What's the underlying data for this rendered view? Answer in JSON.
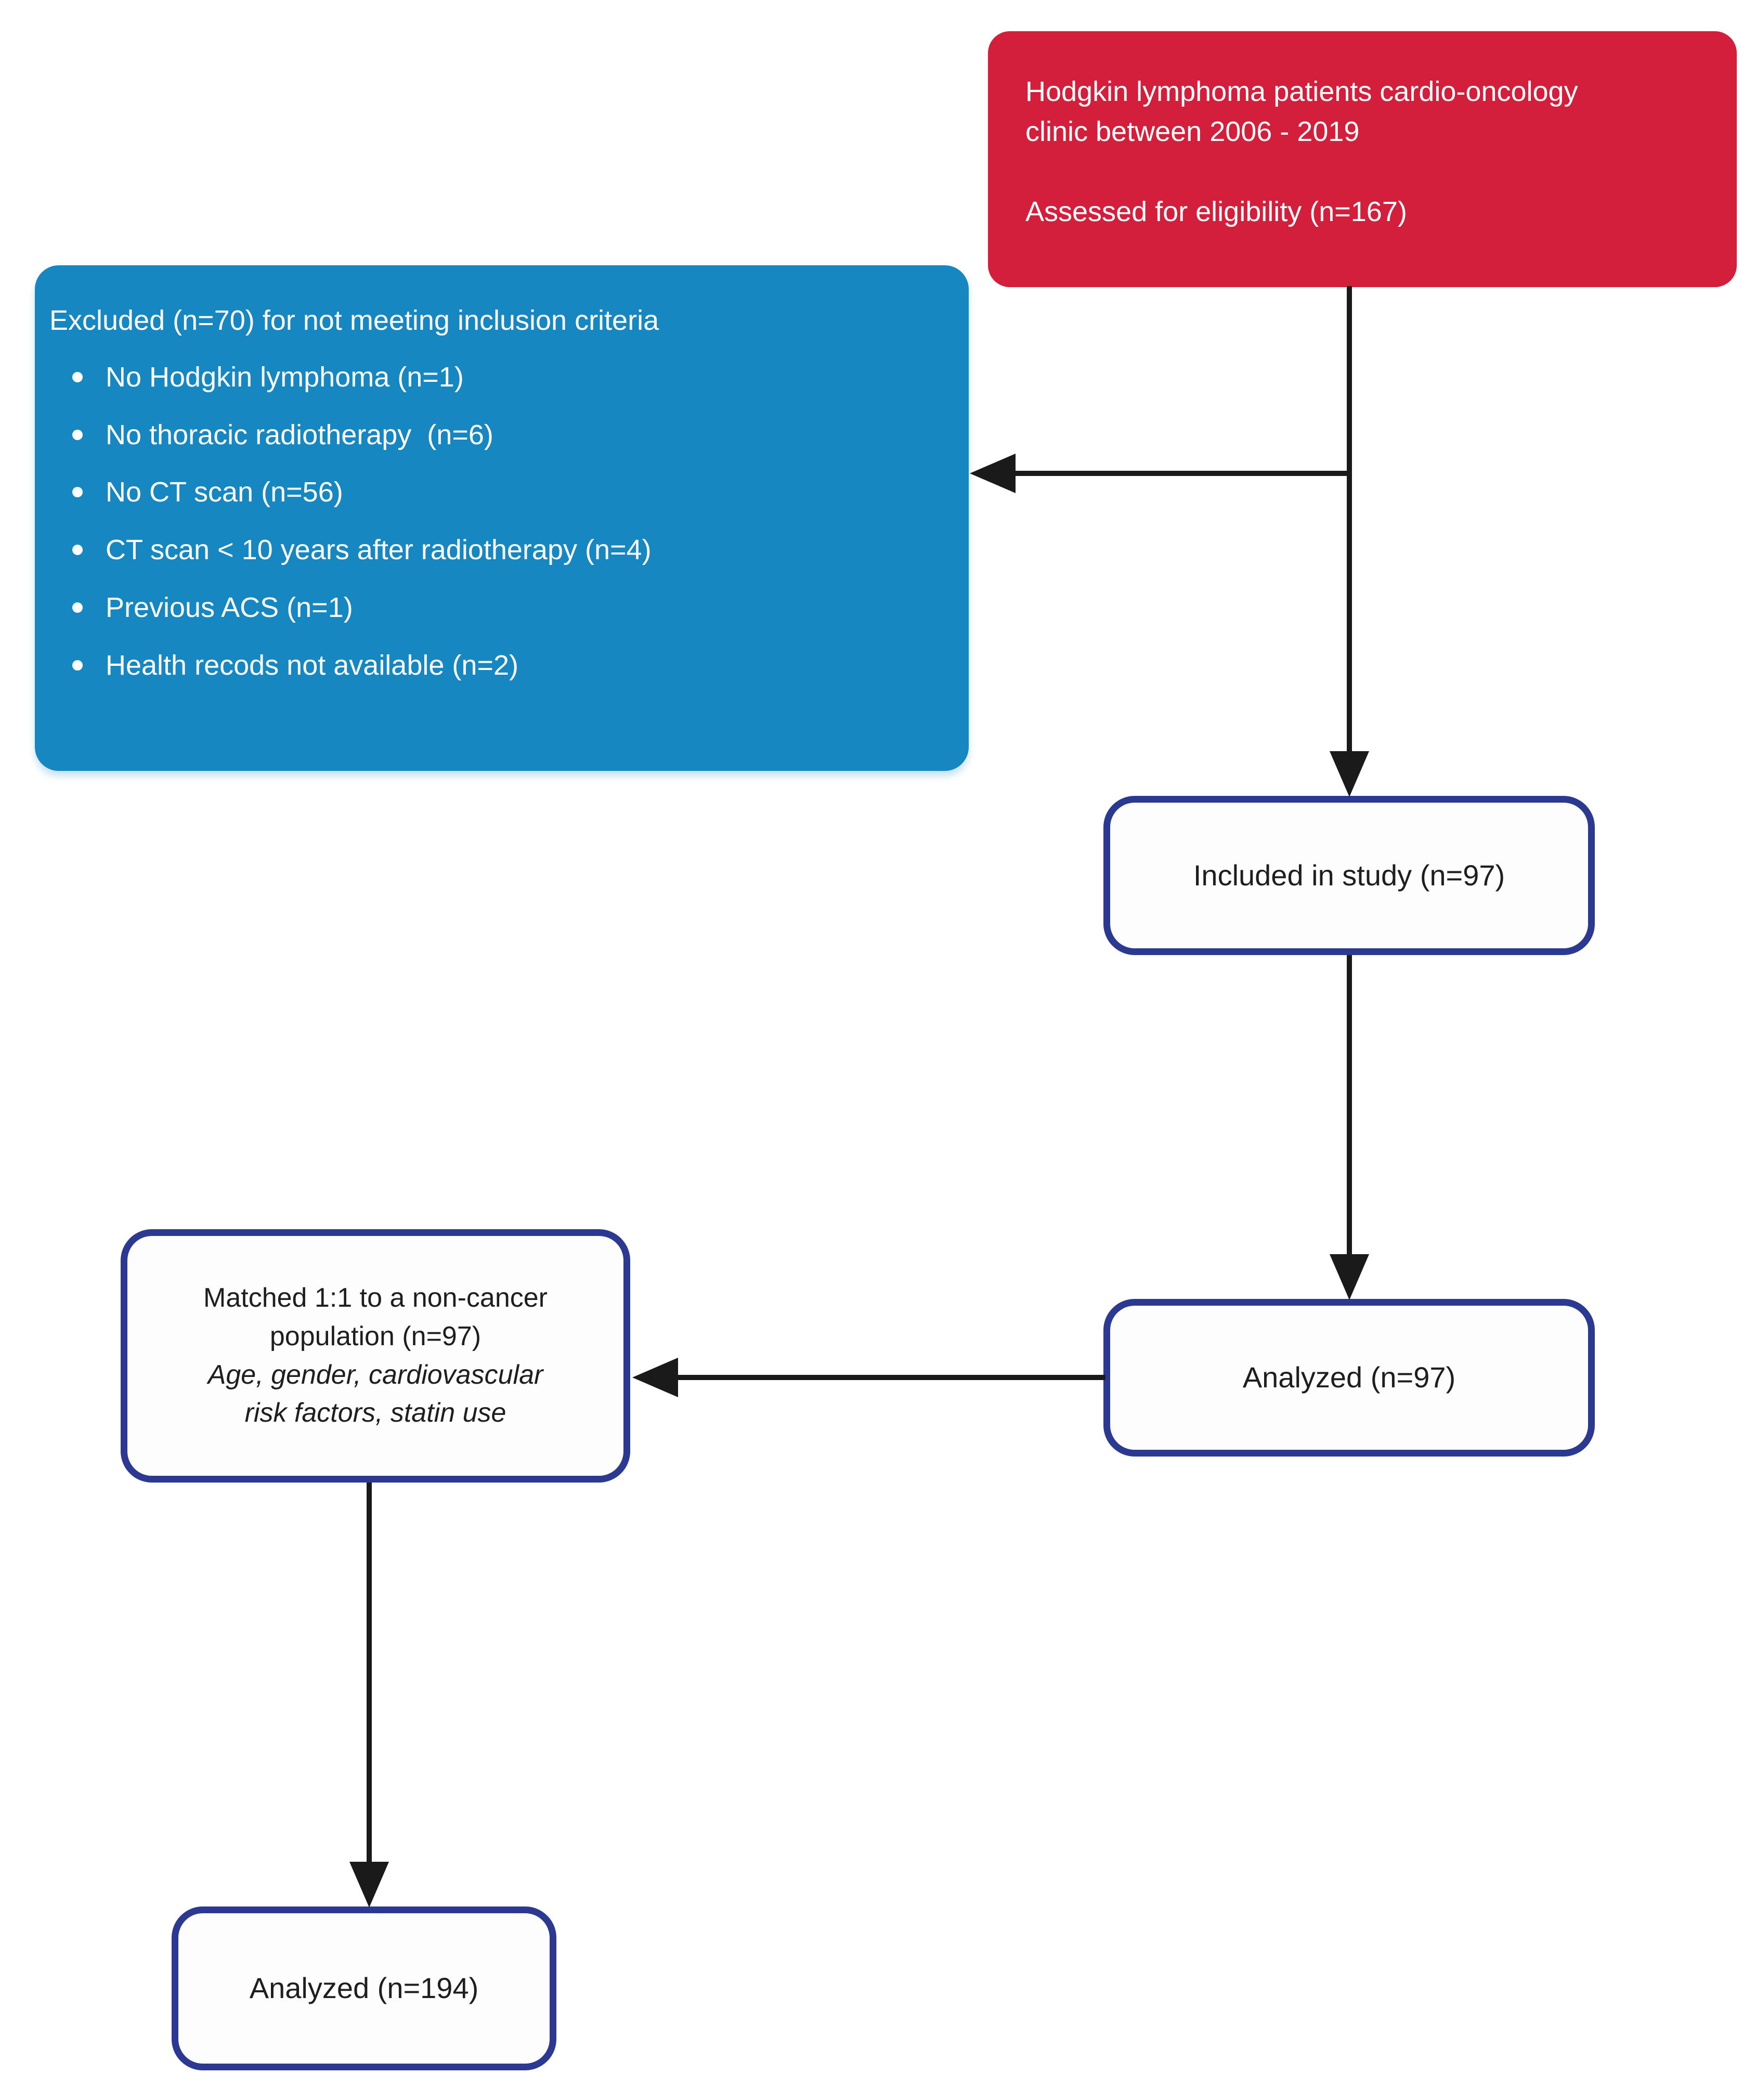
{
  "colors": {
    "red_box_fill": "#d41f3c",
    "blue_box_fill": "#1787c1",
    "outline_box_border_navy": "#2b3990",
    "arrow_ink": "#1a1a1a",
    "light_text": "#ffffff",
    "dark_text": "#1e1e1e"
  },
  "eligibility_box": {
    "title_lines": [
      "Hodgkin lymphoma patients cardio-oncology",
      "clinic between 2006 - 2019"
    ],
    "assessed_line": "Assessed for eligibility (n=167)"
  },
  "exclusion_box": {
    "title": "Excluded (n=70) for not meeting inclusion criteria",
    "items": [
      "No Hodgkin lymphoma (n=1)",
      "No thoracic radiotherapy  (n=6)",
      "No CT scan (n=56)",
      "CT scan < 10 years after radiotherapy (n=4)",
      "Previous ACS (n=1)",
      "Health recods not available (n=2)"
    ]
  },
  "included_box": {
    "label": "Included in study (n=97)"
  },
  "analyzed97_box": {
    "label": "Analyzed (n=97)"
  },
  "matched_box": {
    "lines": [
      "Matched 1:1 to a non-cancer",
      "population (n=97)"
    ],
    "italic_lines": [
      "Age, gender, cardiovascular",
      "risk factors, statin use"
    ]
  },
  "analyzed194_box": {
    "label": "Analyzed (n=194)"
  }
}
